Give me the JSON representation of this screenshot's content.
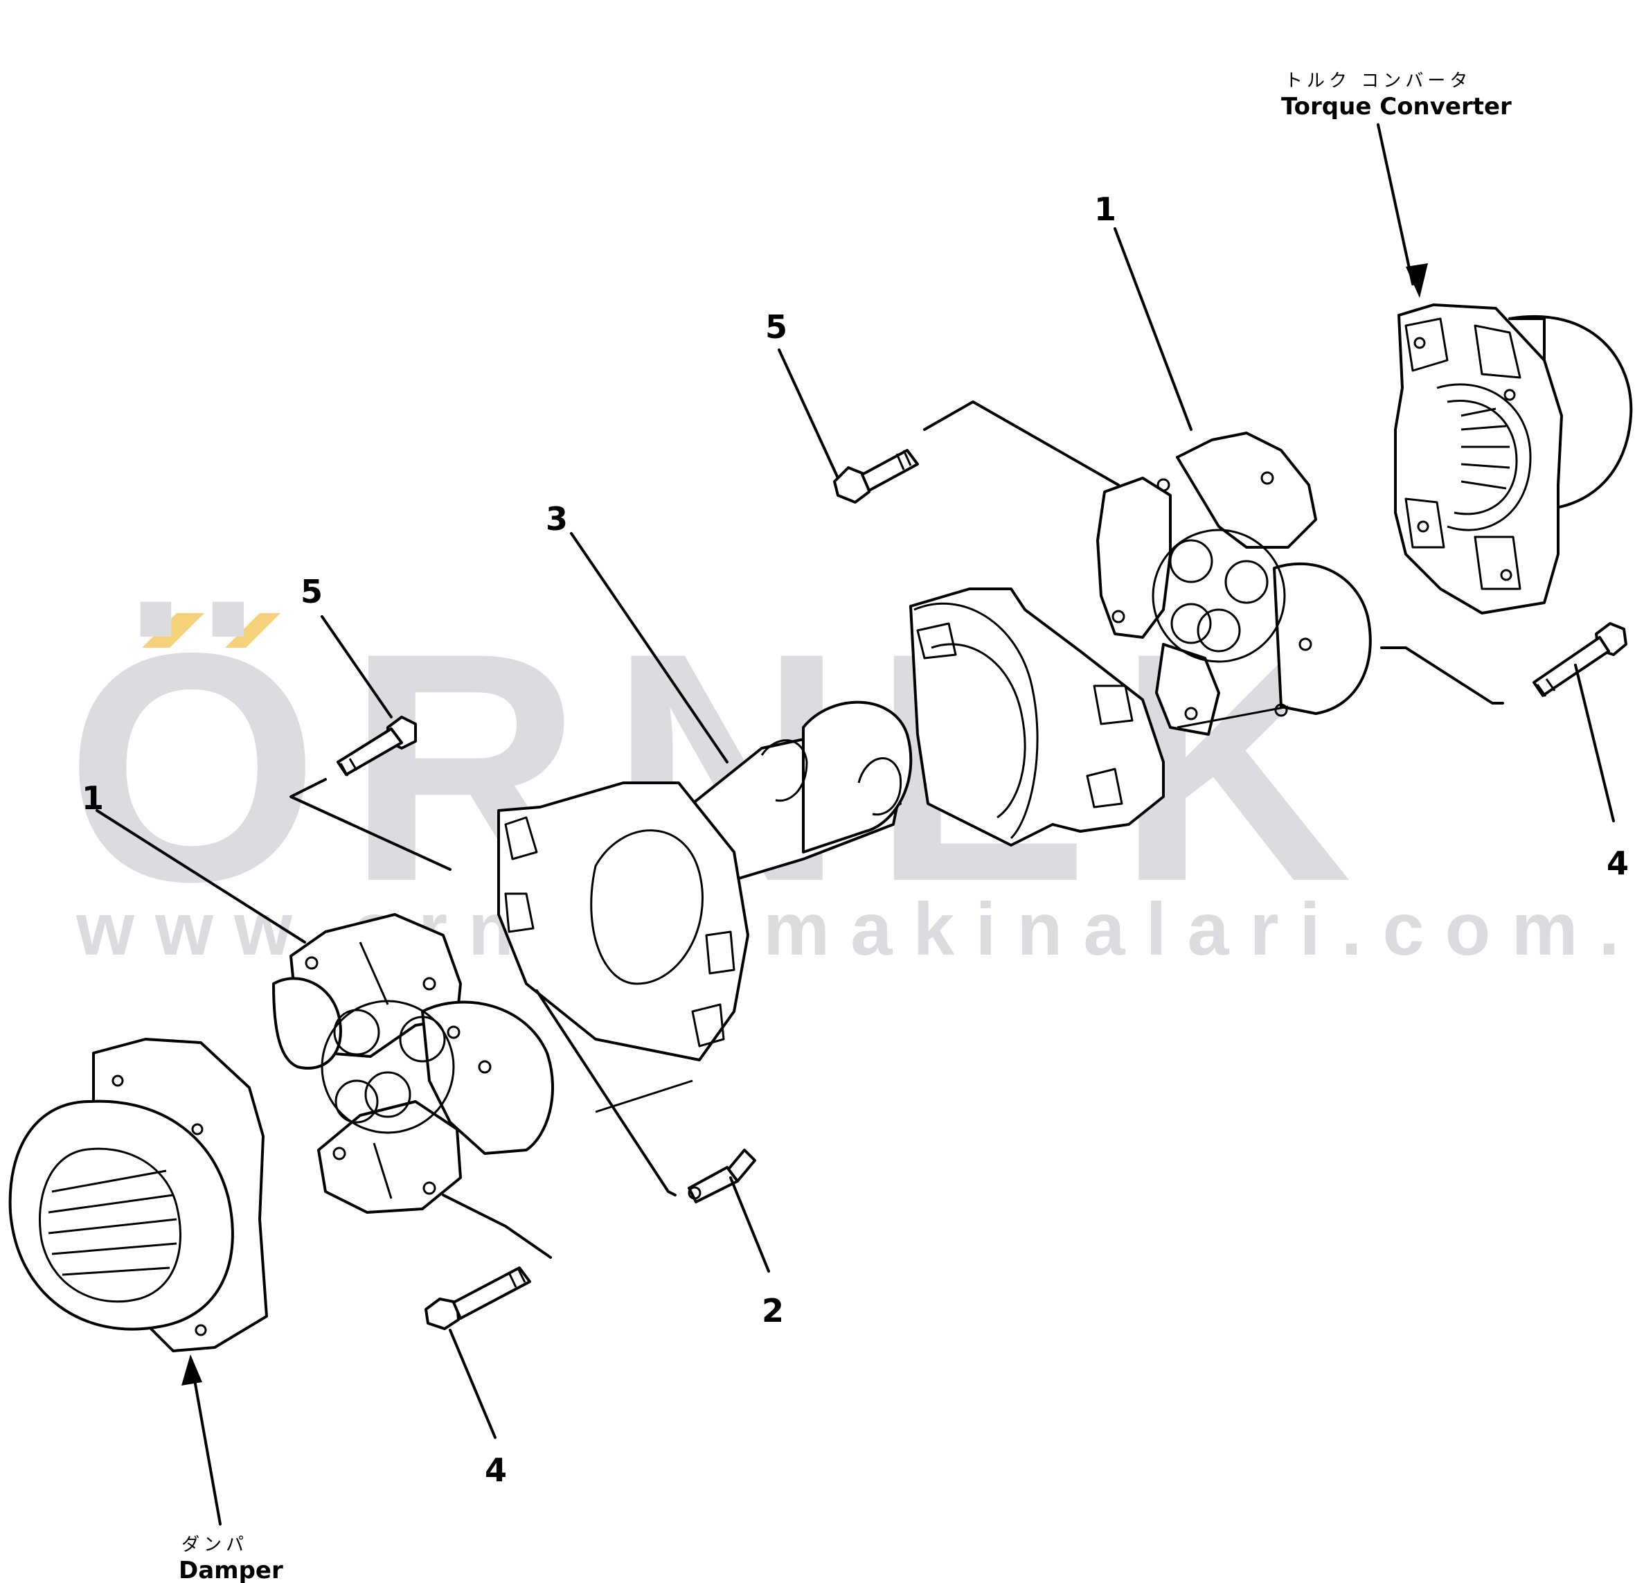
{
  "watermark": {
    "brand": "ÖRNEK",
    "url": "www.ornekismakinalari.com.tr",
    "accent_color": "#f5d27a",
    "text_color": "#dcdce0"
  },
  "callouts": [
    {
      "id": "1a",
      "text": "1"
    },
    {
      "id": "1b",
      "text": "1"
    },
    {
      "id": "2",
      "text": "2"
    },
    {
      "id": "3",
      "text": "3"
    },
    {
      "id": "4a",
      "text": "4"
    },
    {
      "id": "4b",
      "text": "4"
    },
    {
      "id": "5a",
      "text": "5"
    },
    {
      "id": "5b",
      "text": "5"
    }
  ],
  "components": {
    "torque_converter": {
      "label_jp": "トルク コンバータ",
      "label_en": "Torque Converter"
    },
    "damper": {
      "label_jp": "ダンパ",
      "label_en": "Damper"
    }
  },
  "icons": [
    "arrow-down-icon",
    "arrow-up-icon"
  ]
}
